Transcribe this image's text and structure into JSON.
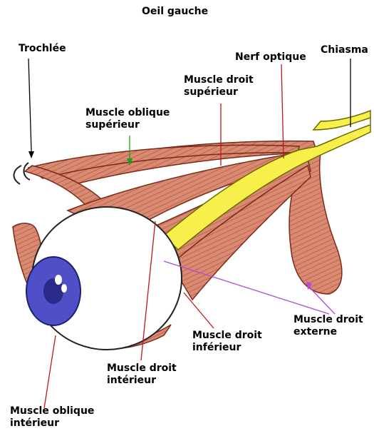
{
  "title": "Oeil gauche",
  "labels": {
    "trochlee": "Trochlée",
    "nerf_optique": "Nerf optique",
    "chiasma": "Chiasma",
    "droit_superieur": [
      "Muscle droit",
      "supérieur"
    ],
    "oblique_superieur": [
      "Muscle oblique",
      "supérieur"
    ],
    "droit_externe": [
      "Muscle droit",
      "externe"
    ],
    "droit_inferieur": [
      "Muscle droit",
      "inférieur"
    ],
    "droit_interieur": [
      "Muscle droit",
      "intérieur"
    ],
    "oblique_interieur": [
      "Muscle oblique",
      "intérieur"
    ]
  },
  "colors": {
    "muscle": "#d98a72",
    "muscle_outline": "#7a2a18",
    "nerve": "#f7f04a",
    "eyeball": "#ffffff",
    "iris": "#4f4fc8",
    "leader_red": "#c0181a",
    "leader_green": "#18a018",
    "leader_purple": "#b24ad8",
    "leader_black": "#000000"
  }
}
